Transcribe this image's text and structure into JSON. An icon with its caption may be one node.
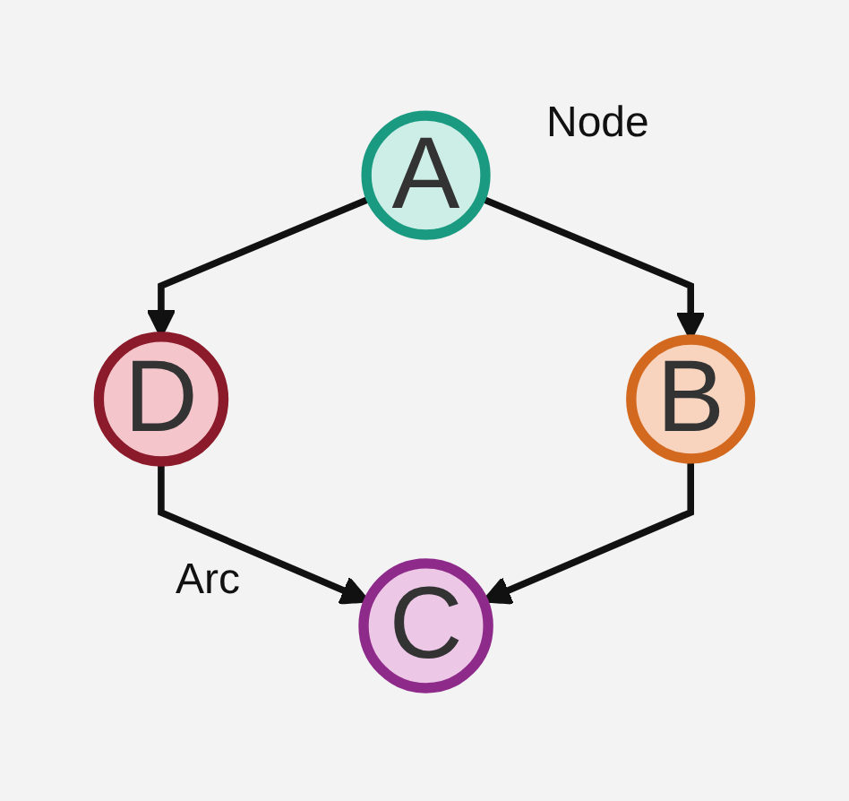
{
  "diagram": {
    "nodes": [
      {
        "text": [
          "A"
        ]
      },
      {
        "text": [
          "D"
        ]
      },
      {
        "text": [
          "B"
        ]
      },
      {
        "text": [
          "C"
        ]
      }
    ],
    "edges": [
      {
        "from": 0,
        "to": 1,
        "arrow": "to"
      },
      {
        "from": 0,
        "to": 2,
        "arrow": "to"
      },
      {
        "from": 1,
        "to": 3,
        "arrow": "to"
      },
      {
        "from": 2,
        "to": 3,
        "arrow": "to"
      }
    ],
    "labels": [
      "Node",
      "Arc"
    ]
  }
}
